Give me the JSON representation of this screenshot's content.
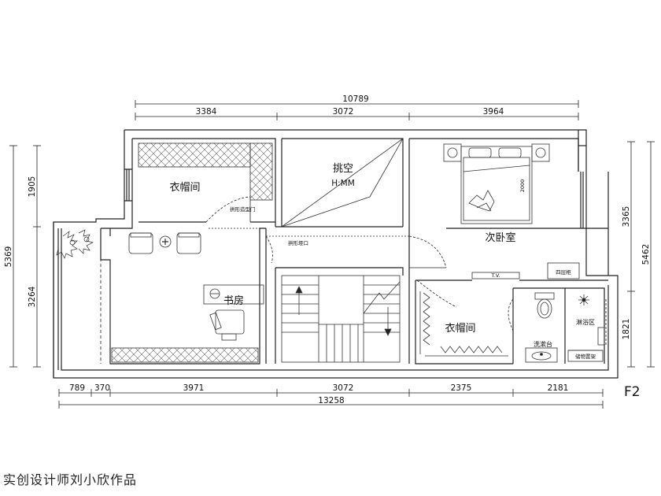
{
  "dimensions": {
    "top_total": "10789",
    "top_segments": [
      "3384",
      "3072",
      "3964"
    ],
    "bottom_segments": [
      "789",
      "370",
      "3971",
      "3072",
      "2375",
      "2181"
    ],
    "bottom_total": "13258",
    "left_outer": "5369",
    "left_inner": [
      "1905",
      "3264"
    ],
    "right_outer": "5462",
    "right_inner": [
      "3365",
      "1821"
    ]
  },
  "rooms": {
    "closet_top": "衣帽间",
    "void_title": "挑空",
    "void_height": "H:MM",
    "second_bedroom": "次卧室",
    "study": "书房",
    "closet_bottom": "衣帽间",
    "shower_area": "淋浴区",
    "washbasin": "洗漱台"
  },
  "labels": {
    "arch_door": "拱形造型门",
    "arch_opening": "拱形垭口",
    "four_door_cabinet": "四层柜",
    "storage_shelf": "储物置架",
    "bed_size": "2000",
    "tv": "T.V."
  },
  "floor_label": "F2",
  "credit": "实创设计师刘小欣作品",
  "colors": {
    "line": "#222222",
    "hatch": "#555555"
  }
}
